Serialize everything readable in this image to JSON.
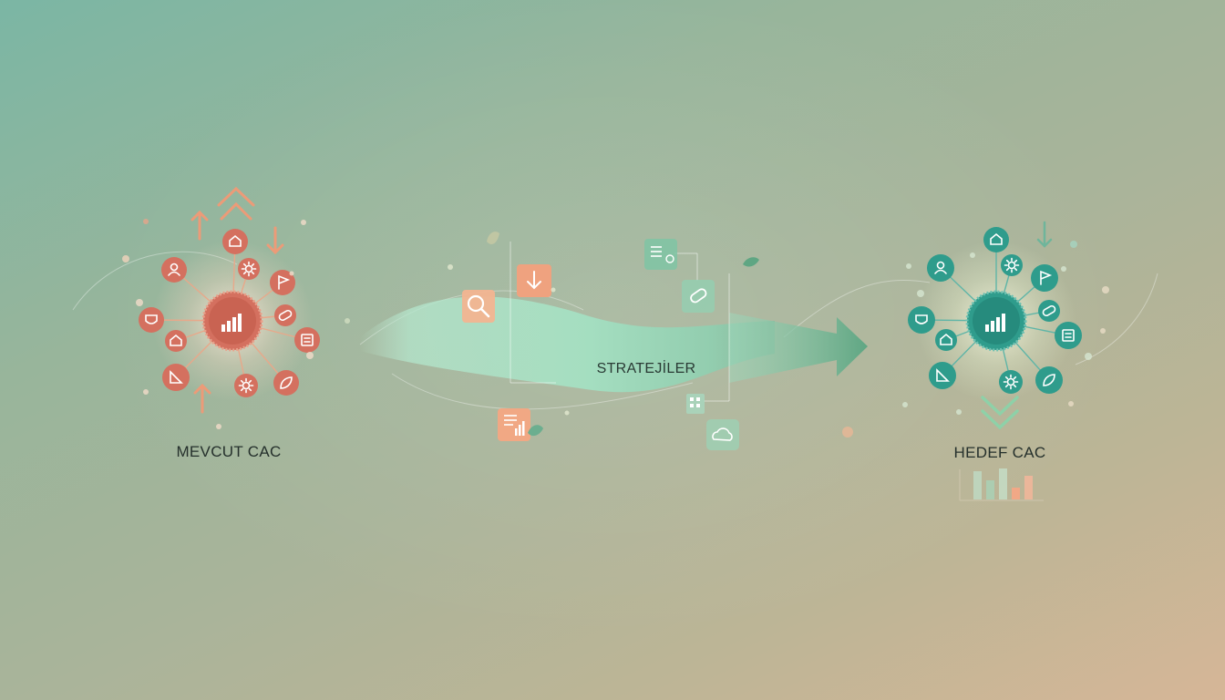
{
  "labels": {
    "left": "MEVCUT CAC",
    "middle": "STRATEJİLER",
    "right": "HEDEF CAC"
  },
  "colors": {
    "coral": "#d4705f",
    "coral_light": "#e89a78",
    "teal": "#2f9c8c",
    "mint": "#a6e2c4",
    "arrow_green": "#6cae8f"
  },
  "left_cluster": {
    "center_icon": "bar-chart-icon",
    "nodes": [
      "home-icon",
      "user-icon",
      "gear-icon",
      "flag-icon",
      "pill-icon",
      "document-icon",
      "leaf-icon",
      "sun-icon",
      "ruler-icon",
      "house-small-icon",
      "shield-icon"
    ]
  },
  "right_cluster": {
    "center_icon": "bar-chart-icon",
    "nodes": [
      "home-icon",
      "flower-icon",
      "flag-icon",
      "pill-icon",
      "document-icon",
      "leaf-icon",
      "sun-icon",
      "ruler-icon",
      "house-small-icon",
      "shield-icon",
      "user-icon"
    ]
  },
  "strategy_icons": [
    "search-icon",
    "download-icon",
    "report-icon",
    "list-icon",
    "capsule-icon",
    "grid-icon",
    "cloud-icon"
  ]
}
